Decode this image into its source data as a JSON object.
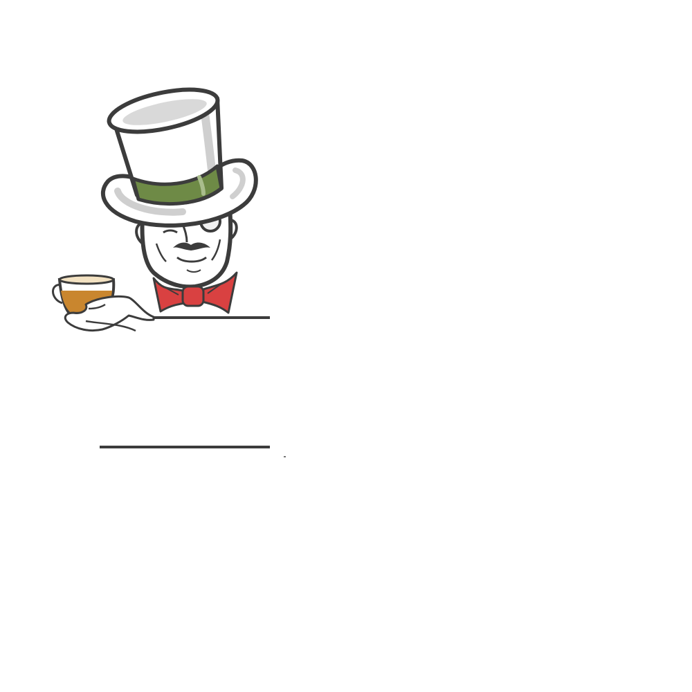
{
  "logo": {
    "icon": "gentleman-mascot-icon",
    "elements": [
      "top-hat",
      "hat-band",
      "monocle",
      "mustache",
      "bow-tie",
      "tea-cup",
      "hand"
    ],
    "colors": {
      "outline": "#3c3c3c",
      "hat": "#ffffff",
      "hat_shade": "#cfcfcf",
      "hat_band": "#6e8a46",
      "bow_tie": "#d94141",
      "tea": "#c9862e",
      "skin": "#ffffff"
    }
  }
}
